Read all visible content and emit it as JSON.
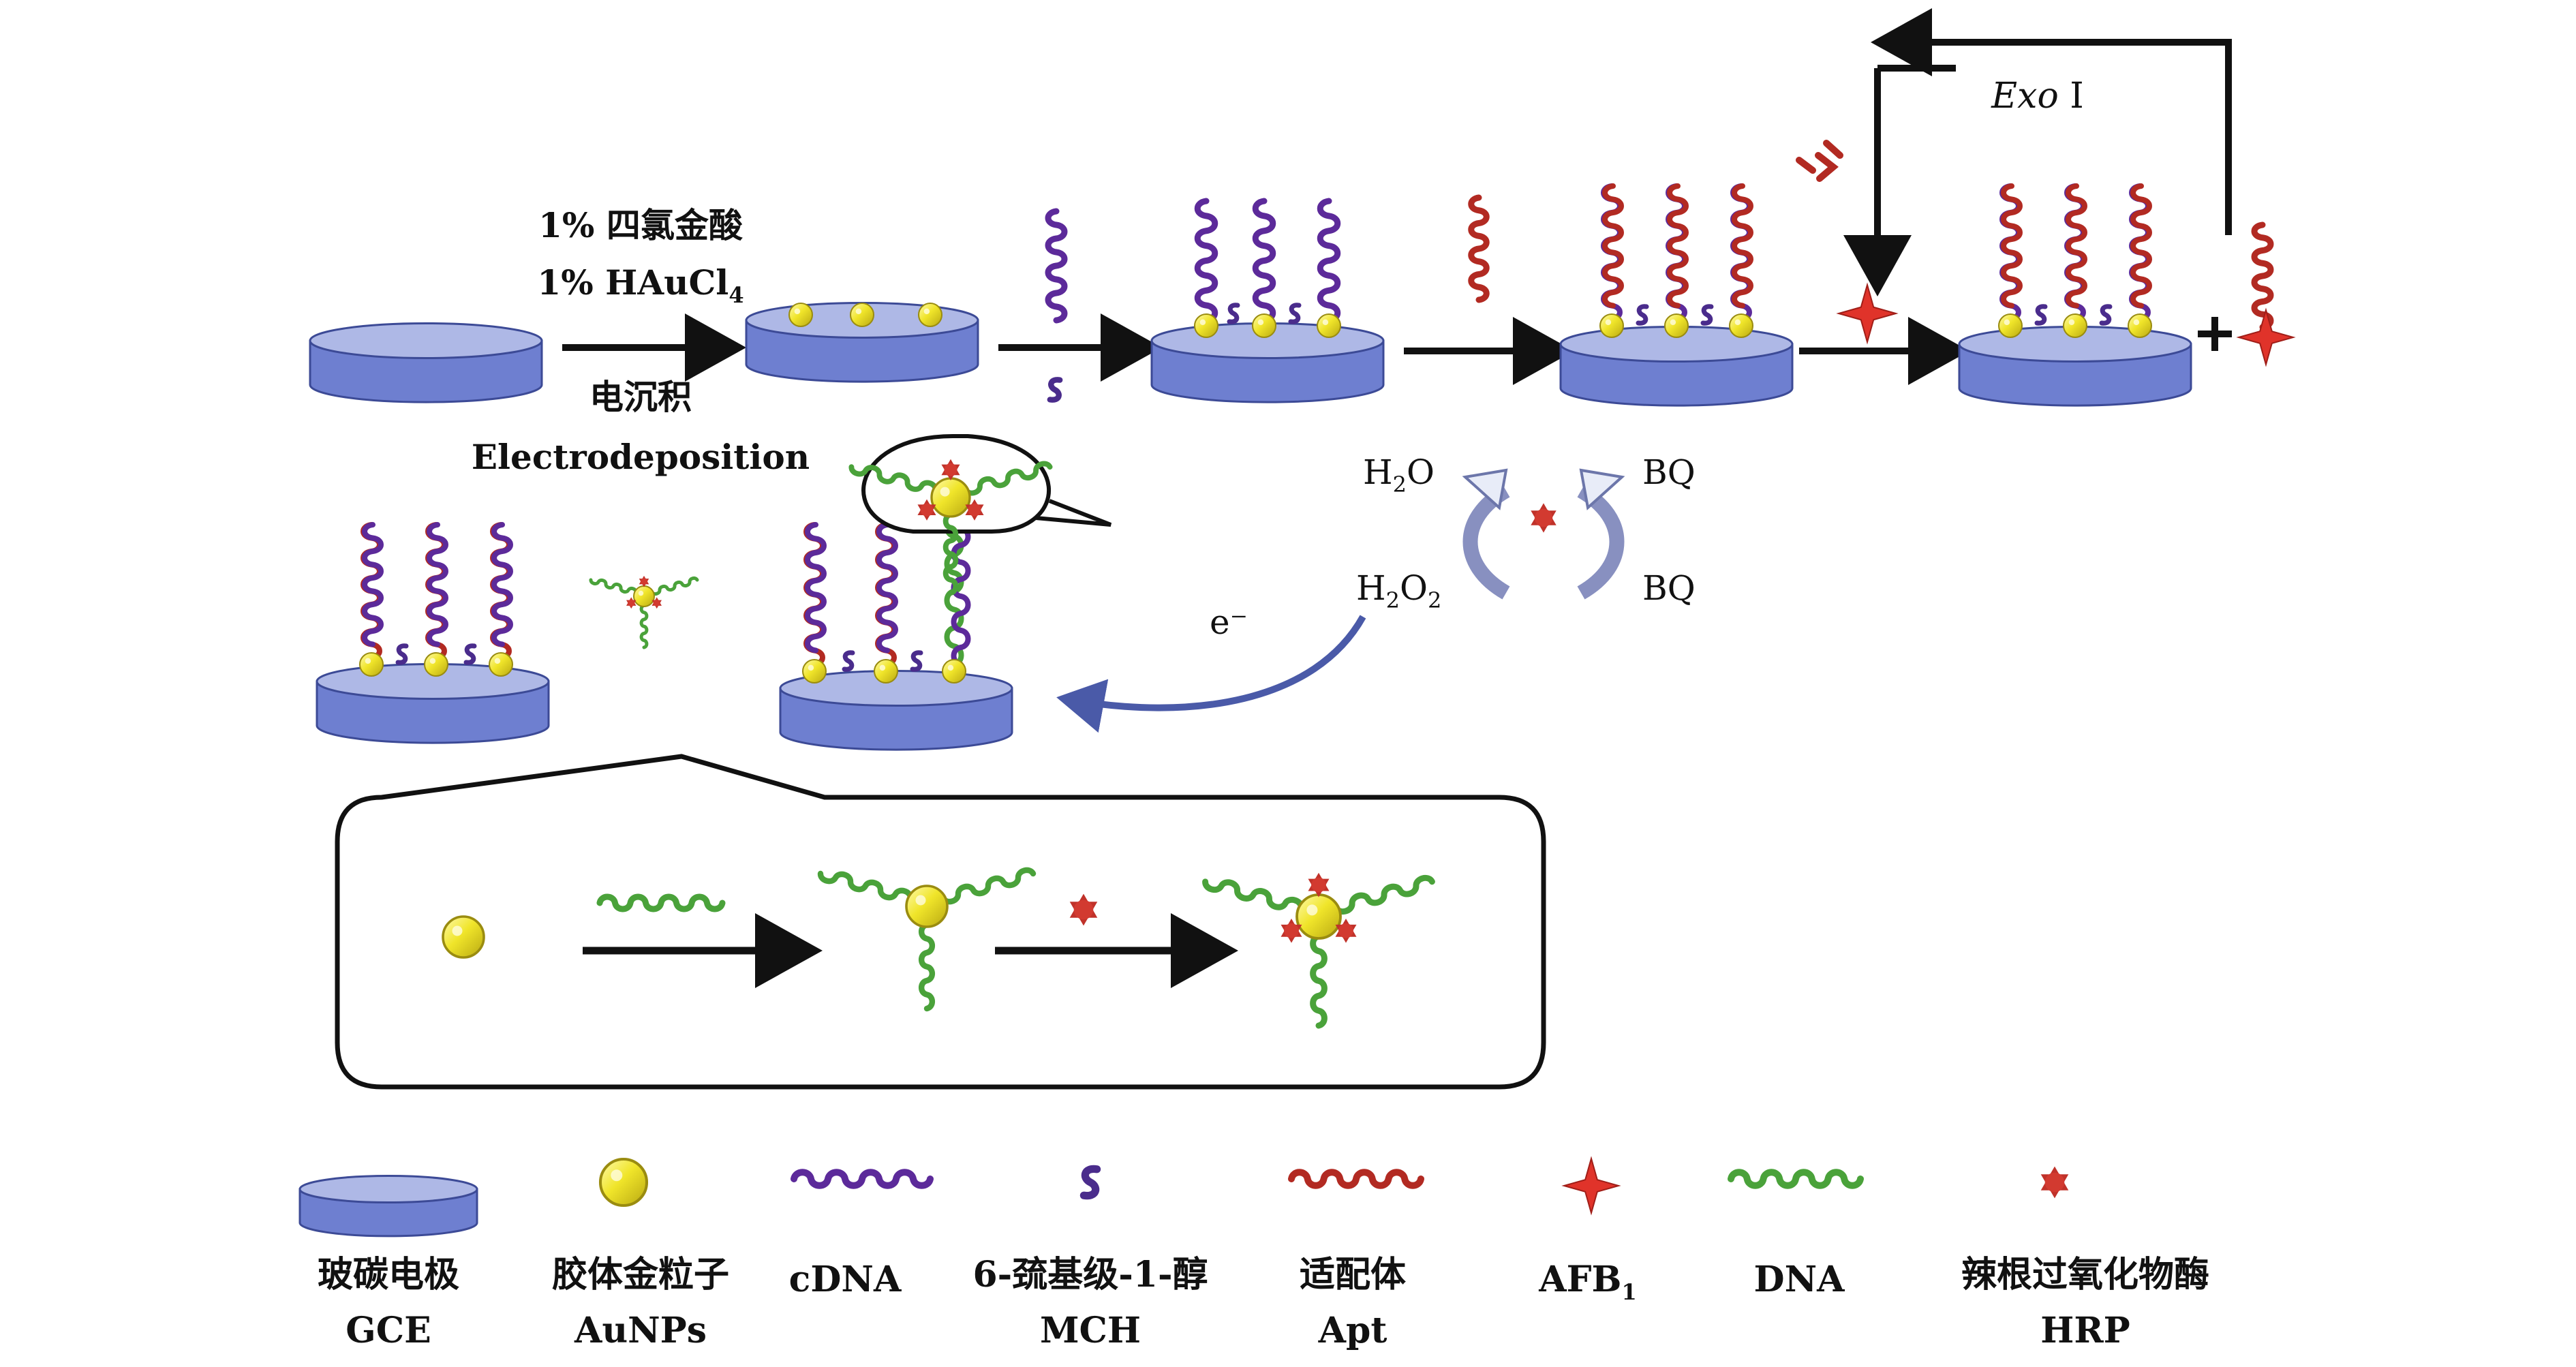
{
  "step1": {
    "line1": "1% 四氯金酸",
    "line2_main": "1% HAuCl",
    "line2_sub": "4",
    "line3": "电沉积",
    "line4": "Electrodeposition"
  },
  "exo": {
    "italic": "Exo",
    "roman": " Ⅰ"
  },
  "redox": {
    "h2o_main": "H",
    "h2o_sub": "2",
    "h2o_tail": "O",
    "h2o2_main": "H",
    "h2o2_sub1": "2",
    "h2o2_mid": "O",
    "h2o2_sub2": "2",
    "bq_top": "BQ",
    "bq_bottom": "BQ",
    "electron": "e⁻"
  },
  "legend": [
    {
      "zh": "玻碳电极",
      "en": "GCE"
    },
    {
      "zh": "胶体金粒子",
      "en": "AuNPs"
    },
    {
      "zh": "",
      "en": "cDNA"
    },
    {
      "zh": "6-巯基级-1-醇",
      "en": "MCH"
    },
    {
      "zh": "适配体",
      "en": "Apt"
    },
    {
      "zh": "",
      "en": "AFB",
      "sub": "1"
    },
    {
      "zh": "",
      "en": "DNA"
    },
    {
      "zh": "辣根过氧化物酶",
      "en": "HRP"
    }
  ],
  "colors": {
    "electrode_top": "#aeb8e6",
    "electrode_side": "#6e7fd0",
    "electrode_edge": "#3c4a96",
    "gold": "#f0e52a",
    "gold_edge": "#9a8c10",
    "cdna": "#5c2a9a",
    "mch": "#4a2c8c",
    "aptamer": "#b22a22",
    "dna_green": "#4aa23a",
    "afb": "#e0332a",
    "hrp": "#c0322a",
    "arrow": "#111111",
    "blue_arrow": "#4a5aa8"
  }
}
